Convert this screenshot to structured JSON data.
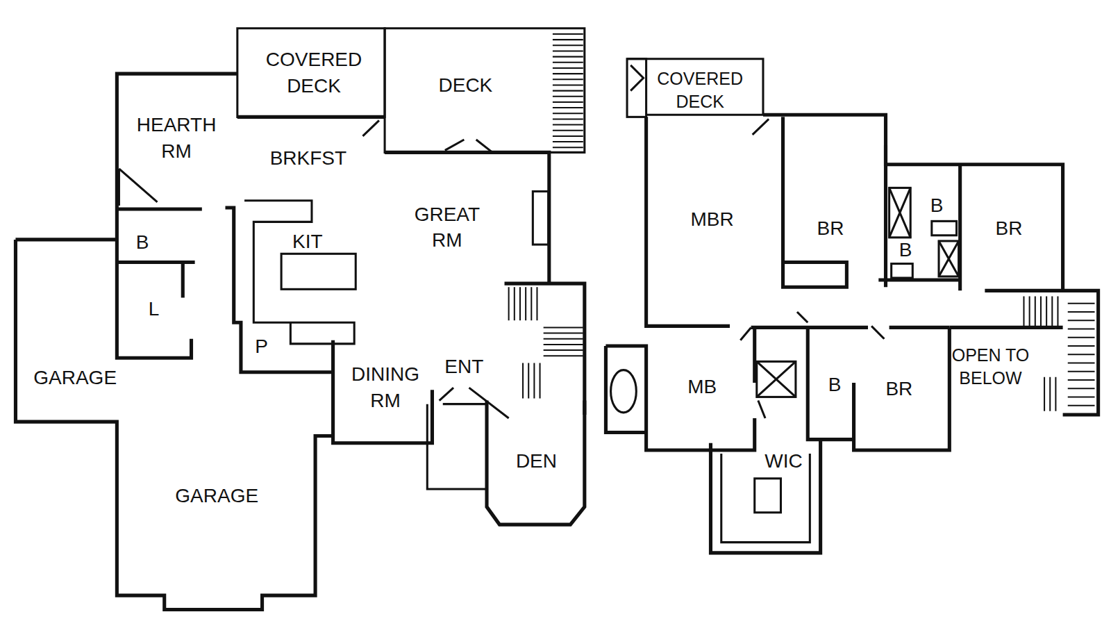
{
  "diagram": {
    "labels": [
      "COVERED DECK",
      "DECK",
      "HEARTH RM",
      "BRKFST",
      "GREAT RM",
      "KIT",
      "B",
      "L",
      "P",
      "GARAGE",
      "GARAGE",
      "DINING RM",
      "ENT",
      "DEN",
      "COVERED DECK",
      "MBR",
      "BR",
      "B",
      "B",
      "BR",
      "MB",
      "BR",
      "OPEN TO BELOW",
      "WIC",
      "B"
    ]
  }
}
